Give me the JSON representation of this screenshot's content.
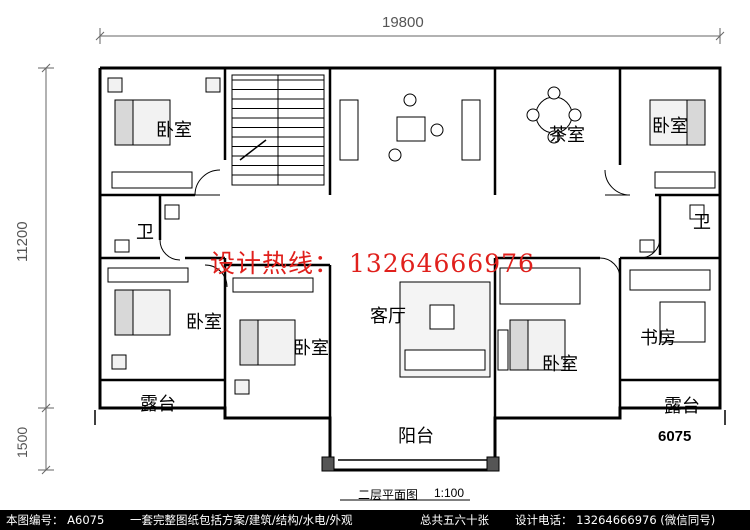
{
  "dimensions": {
    "width_mm": "19800",
    "height_mm": "11200",
    "offset_mm": "1500"
  },
  "rooms": {
    "bedroom": "卧室",
    "bathroom": "卫",
    "tea_room": "茶室",
    "living_room": "客厅",
    "study": "书房",
    "terrace": "露台",
    "balcony": "阳台"
  },
  "hotline": "设计热线： 13264666976",
  "drawing": {
    "title": "二层平面图",
    "scale": "1:100",
    "plan_code": "6075"
  },
  "footer": {
    "plan_no": "本图编号： A6075",
    "package": "一套完整图纸包括方案/建筑/结构/水电/外观",
    "sheet_count": "总共五六十张",
    "contact": "设计电话： 13264666976 (微信同号)"
  },
  "colors": {
    "wall": "#000000",
    "hotline": "#e0201c",
    "footer_bg": "#000000",
    "dim_line": "#666666"
  }
}
